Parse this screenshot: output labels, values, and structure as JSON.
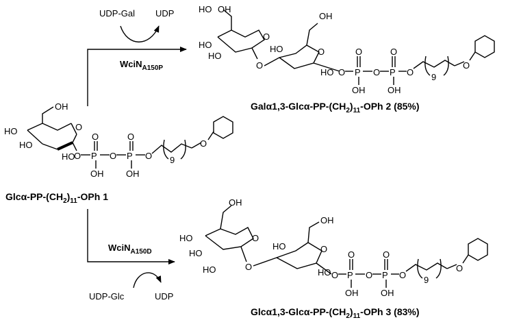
{
  "reactions": {
    "top": {
      "enzyme": "WciN",
      "enzyme_sub": "A150P",
      "cofactor_in": "UDP-Gal",
      "cofactor_out": "UDP"
    },
    "bottom": {
      "enzyme": "WciN",
      "enzyme_sub": "A150D",
      "cofactor_in": "UDP-Glc",
      "cofactor_out": "UDP"
    }
  },
  "compounds": {
    "start": {
      "label_pre": "Glcα-PP-(CH",
      "label_sub": "2",
      "label_mid": ")",
      "label_sub2": "11",
      "label_post": "-OPh 1"
    },
    "product2": {
      "label_pre": "Galα1,3-Glcα-PP-(CH",
      "label_sub": "2",
      "label_mid": ")",
      "label_sub2": "11",
      "label_post": "-OPh 2 (85%)"
    },
    "product3": {
      "label_pre": "Glcα1,3-Glcα-PP-(CH",
      "label_sub": "2",
      "label_mid": ")",
      "label_sub2": "11",
      "label_post": "-OPh 3 (83%)"
    }
  },
  "atoms": {
    "OH": "OH",
    "HO": "HO",
    "O": "O",
    "P": "P",
    "repeat": "9"
  }
}
